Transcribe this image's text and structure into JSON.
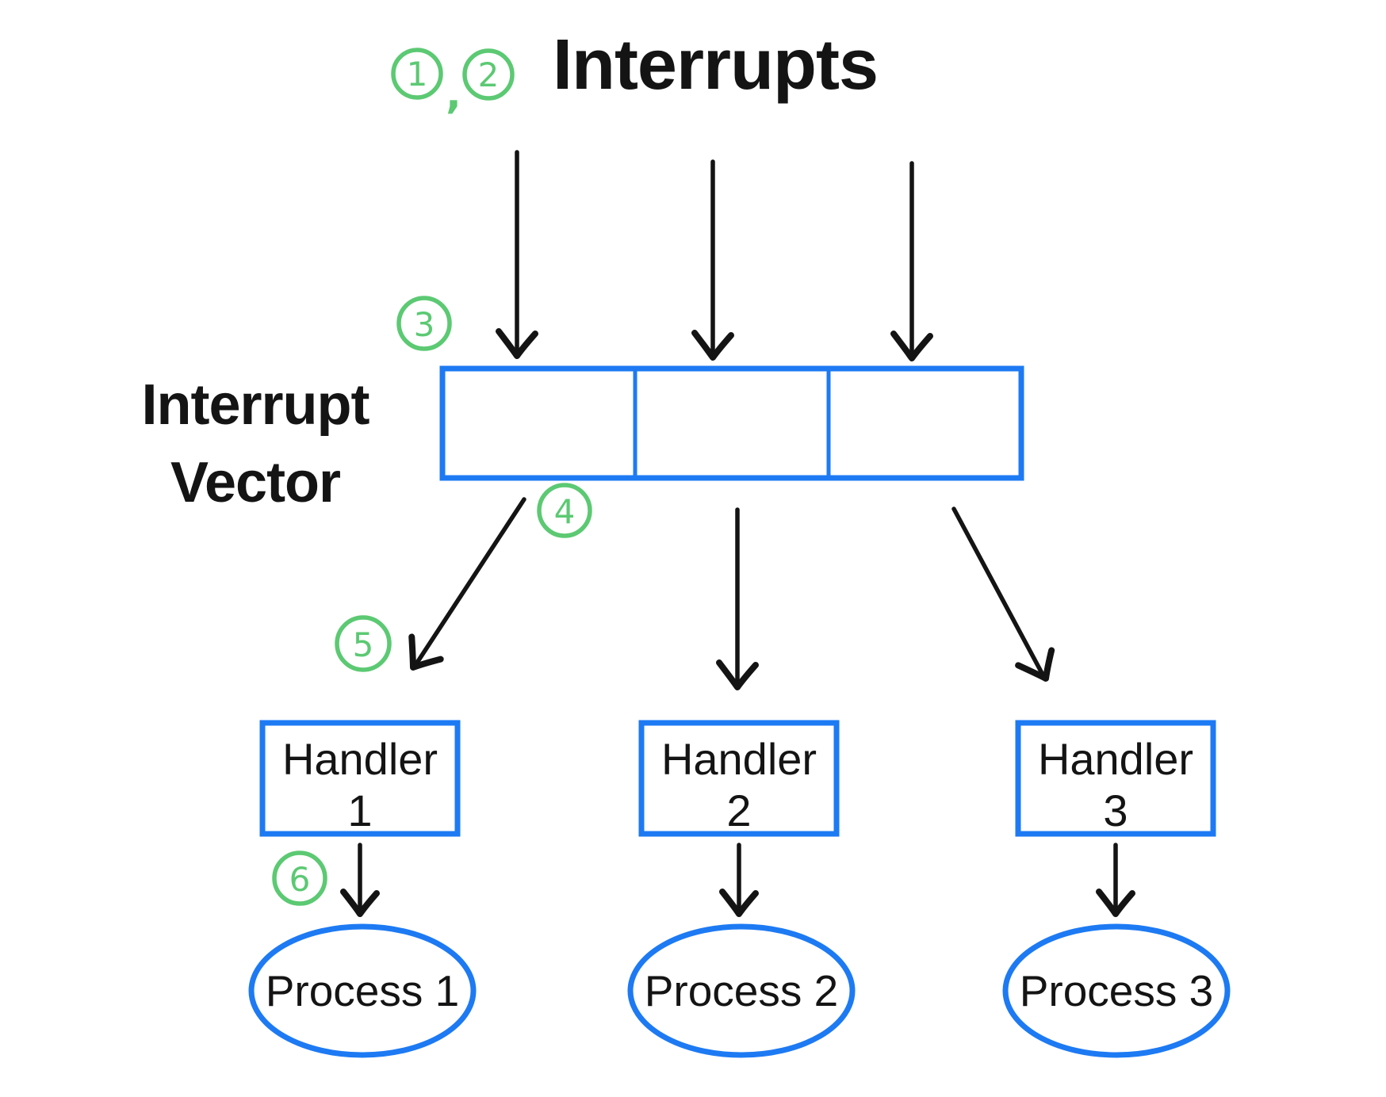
{
  "colors": {
    "blue": "#1d7af3",
    "green": "#5cc973",
    "ink": "#141414"
  },
  "title": "Interrupts",
  "steps": {
    "one": "1",
    "two": "2",
    "comma": ",",
    "three": "3",
    "four": "4",
    "five": "5",
    "six": "6"
  },
  "vector_label": {
    "line1": "Interrupt",
    "line2": "Vector"
  },
  "vector": {
    "cells": 3
  },
  "handlers": [
    {
      "title": "Handler",
      "number": "1"
    },
    {
      "title": "Handler",
      "number": "2"
    },
    {
      "title": "Handler",
      "number": "3"
    }
  ],
  "processes": [
    {
      "label": "Process 1"
    },
    {
      "label": "Process 2"
    },
    {
      "label": "Process 3"
    }
  ]
}
